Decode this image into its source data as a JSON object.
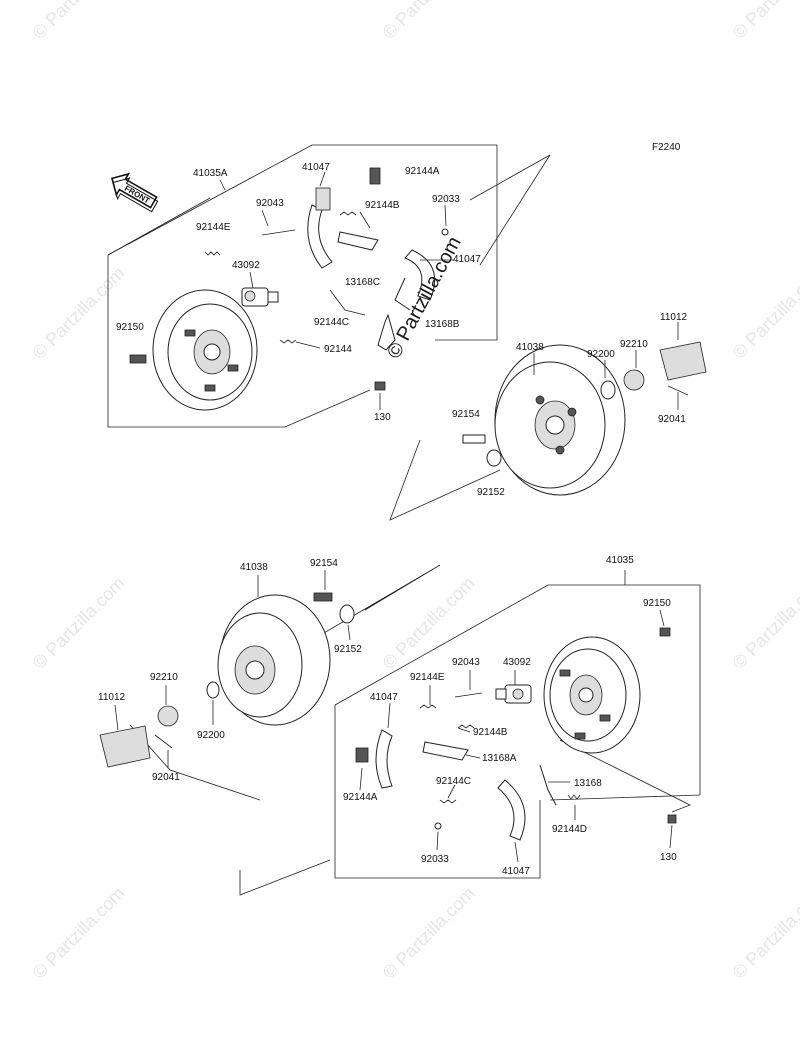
{
  "figure_id": "F2240",
  "front_label": "FRONT",
  "watermark": "© Partzilla.com",
  "upper_assembly": {
    "labels": [
      "41035A",
      "41047",
      "92144A",
      "92043",
      "92144B",
      "92033",
      "92144E",
      "43092",
      "13168C",
      "41047",
      "92144C",
      "13168B",
      "92150",
      "92144",
      "130"
    ]
  },
  "upper_drum": {
    "labels": [
      "41038",
      "92200",
      "92210",
      "11012",
      "92154",
      "92041",
      "92152"
    ]
  },
  "lower_drum": {
    "labels": [
      "41038",
      "92154",
      "92152",
      "92210",
      "92200",
      "11012",
      "92041"
    ]
  },
  "lower_assembly": {
    "labels": [
      "41035",
      "92150",
      "92043",
      "43092",
      "92144E",
      "41047",
      "92144B",
      "13168A",
      "92144C",
      "13168",
      "92144A",
      "92144D",
      "92033",
      "41047",
      "130"
    ]
  }
}
